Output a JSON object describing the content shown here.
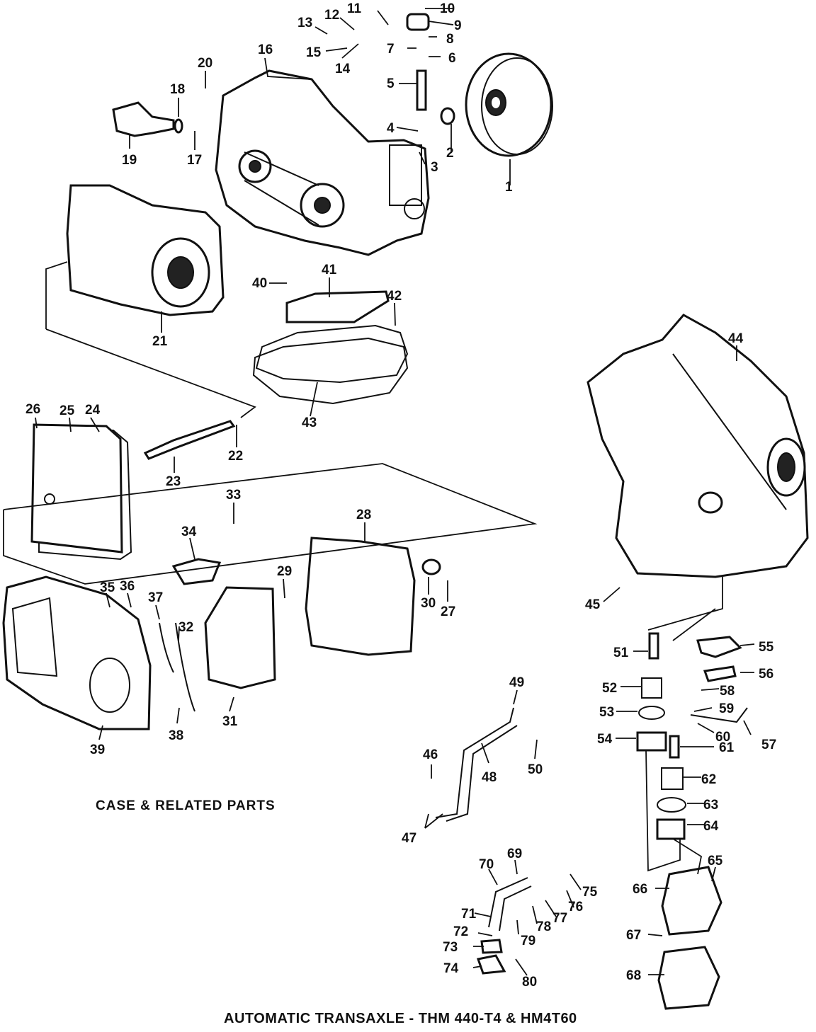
{
  "captions": {
    "sub": "CASE & RELATED PARTS",
    "main": "AUTOMATIC TRANSAXLE - THM 440-T4 & HM4T60"
  },
  "callouts": [
    "1",
    "2",
    "3",
    "4",
    "5",
    "6",
    "7",
    "8",
    "9",
    "10",
    "11",
    "12",
    "13",
    "14",
    "15",
    "16",
    "17",
    "18",
    "19",
    "20",
    "21",
    "22",
    "23",
    "24",
    "25",
    "26",
    "27",
    "28",
    "29",
    "30",
    "31",
    "32",
    "33",
    "34",
    "35",
    "36",
    "37",
    "38",
    "39",
    "40",
    "41",
    "42",
    "43",
    "44",
    "45",
    "46",
    "47",
    "48",
    "49",
    "50",
    "51",
    "52",
    "53",
    "54",
    "55",
    "56",
    "57",
    "58",
    "59",
    "60",
    "61",
    "62",
    "63",
    "64",
    "65",
    "66",
    "67",
    "68",
    "69",
    "70",
    "71",
    "72",
    "73",
    "74",
    "75",
    "76",
    "77",
    "78",
    "79",
    "80"
  ]
}
